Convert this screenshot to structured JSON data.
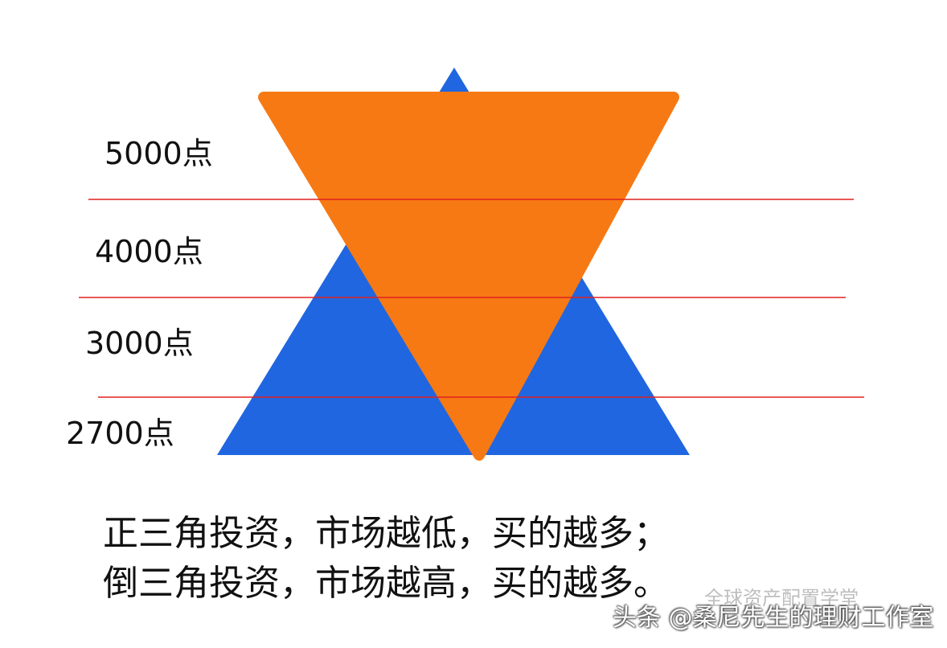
{
  "colors": {
    "upright_triangle": "#2066e0",
    "inverted_triangle": "#f77914",
    "level_line": "#e02020",
    "text": "#111111"
  },
  "levels": [
    {
      "label": "5000点"
    },
    {
      "label": "4000点"
    },
    {
      "label": "3000点"
    },
    {
      "label": "2700点"
    }
  ],
  "caption": {
    "line1": "正三角投资，市场越低，买的越多；",
    "line2": "倒三角投资，市场越高，买的越多。"
  },
  "watermark": {
    "faint_text": "全球资产配置学堂",
    "text": "头条 @桑尼先生的理财工作室"
  }
}
